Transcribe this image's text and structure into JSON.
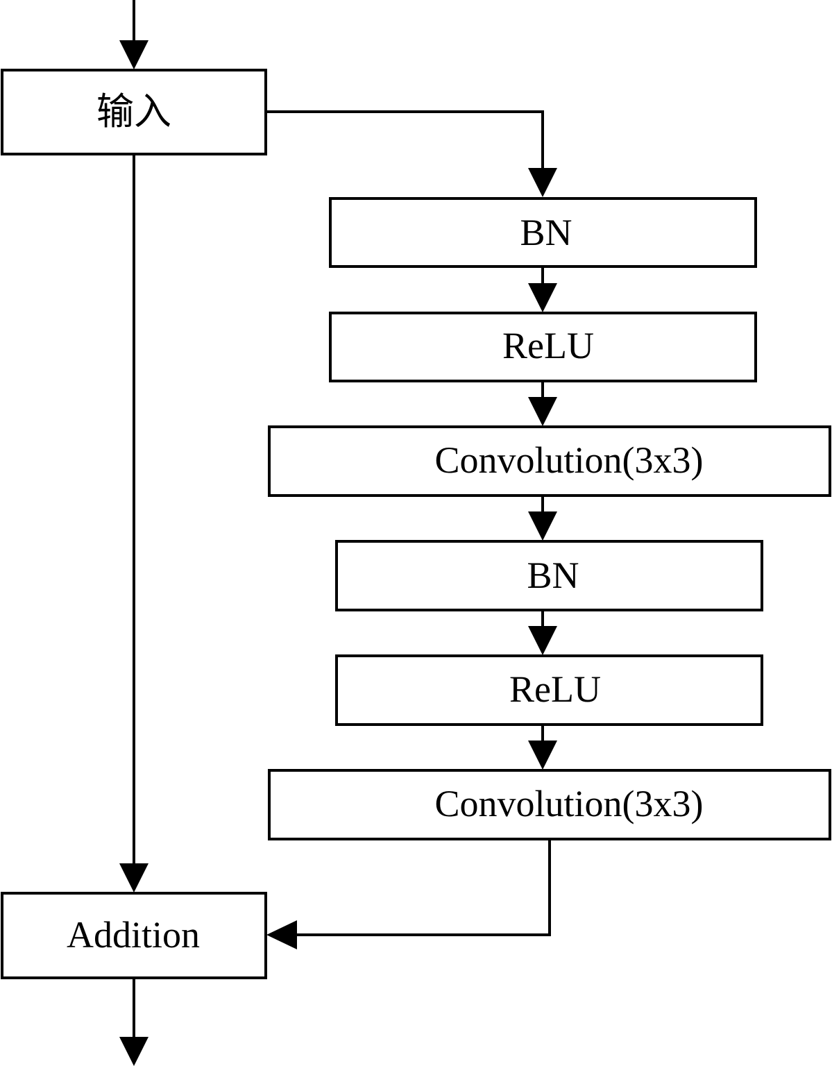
{
  "diagram": {
    "nodes": {
      "input": "输入",
      "bn_1": "BN",
      "relu_1": "ReLU",
      "conv_1": "Convolution(3x3)",
      "bn_2": "BN",
      "relu_2": "ReLU",
      "conv_2": "Convolution(3x3)",
      "addition": "Addition"
    },
    "edges": [
      {
        "from": "entry",
        "to": "input"
      },
      {
        "from": "input",
        "to": "bn_1"
      },
      {
        "from": "bn_1",
        "to": "relu_1"
      },
      {
        "from": "relu_1",
        "to": "conv_1"
      },
      {
        "from": "conv_1",
        "to": "bn_2"
      },
      {
        "from": "bn_2",
        "to": "relu_2"
      },
      {
        "from": "relu_2",
        "to": "conv_2"
      },
      {
        "from": "conv_2",
        "to": "addition"
      },
      {
        "from": "input",
        "to": "addition"
      },
      {
        "from": "addition",
        "to": "exit"
      }
    ],
    "colors": {
      "stroke": "#000000",
      "fill": "#ffffff"
    }
  }
}
